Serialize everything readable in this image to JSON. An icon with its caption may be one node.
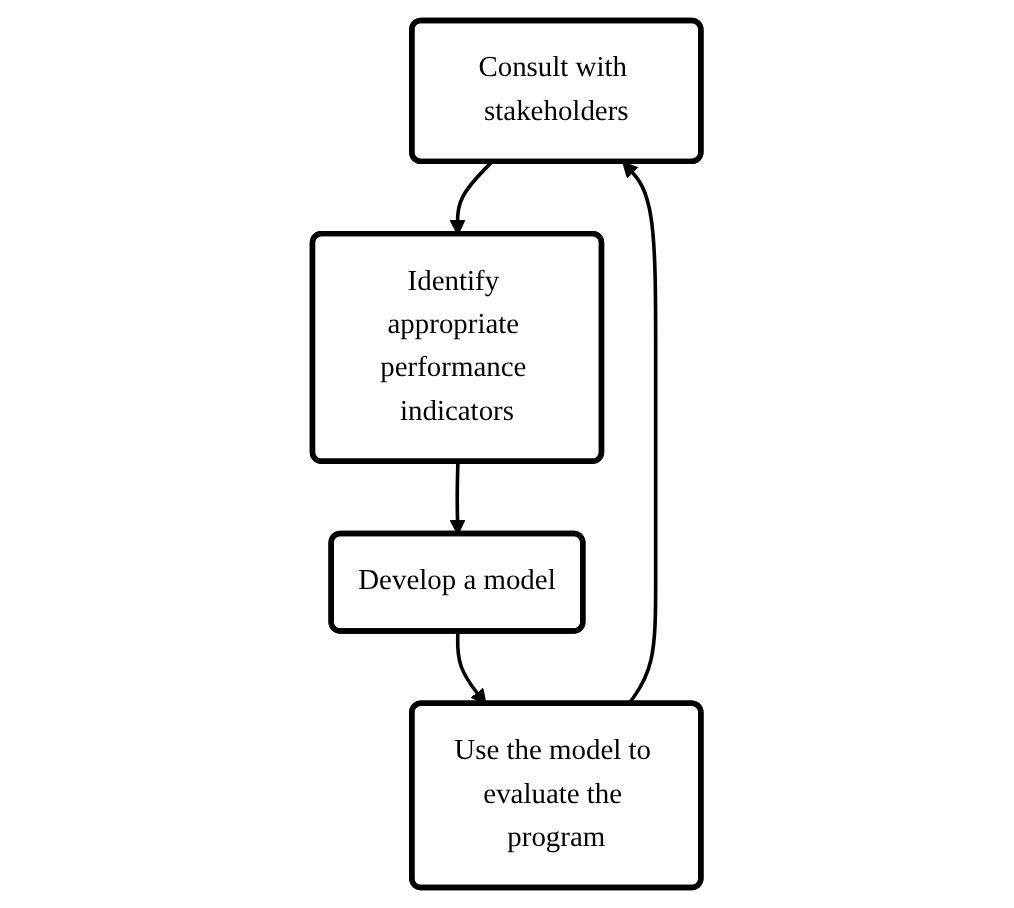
{
  "diagram": {
    "nodes": [
      {
        "text": [
          "Consult with stakeholders"
        ]
      },
      {
        "text": [
          "Identify appropriate performance indicators"
        ]
      },
      {
        "text": [
          "Develop a model"
        ]
      },
      {
        "text": [
          "Use the model to evaluate the program"
        ]
      }
    ],
    "edges": [
      {
        "from": 0,
        "to": 1,
        "arrow": "to"
      },
      {
        "from": 1,
        "to": 2,
        "arrow": "to"
      },
      {
        "from": 2,
        "to": 3,
        "arrow": "to"
      },
      {
        "from": 3,
        "to": 0,
        "arrow": "to"
      }
    ]
  }
}
